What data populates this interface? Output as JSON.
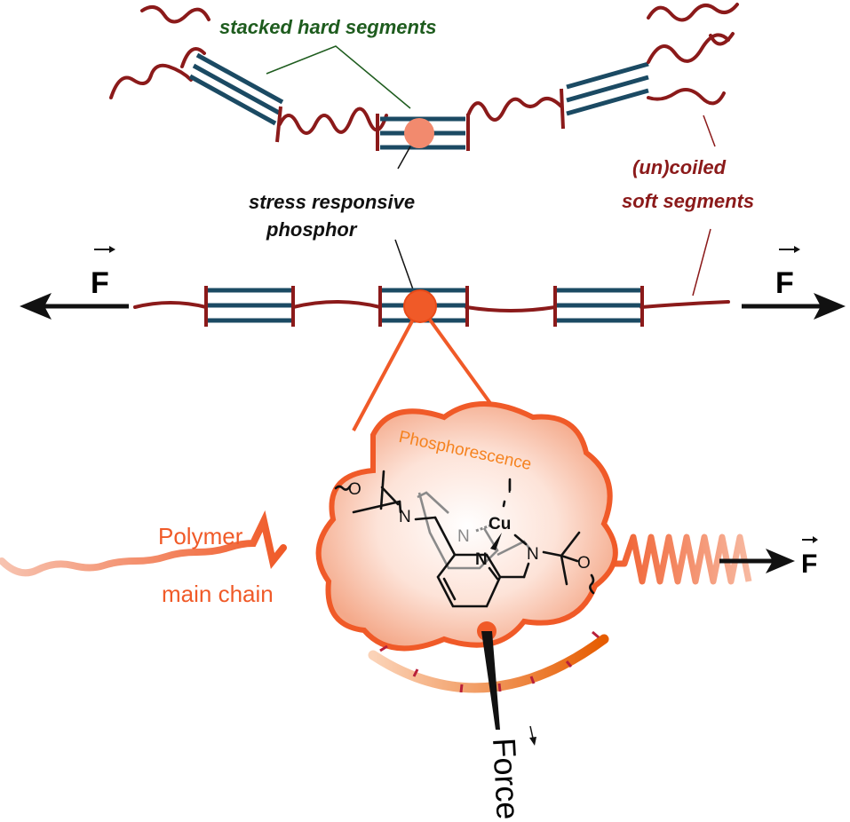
{
  "labels": {
    "hard_segments": "stacked hard segments",
    "phosphor_line1": "stress responsive",
    "phosphor_line2": "phosphor",
    "soft_line1": "(un)coiled",
    "soft_line2": "soft segments",
    "force_left": "F",
    "force_right": "F",
    "force_chain": "F",
    "polymer_line1": "Polymer",
    "polymer_line2": "main chain",
    "phosphorescence": "Phosphorescence",
    "gauge": "Force"
  },
  "molecule": {
    "atoms": [
      "O",
      "N",
      "Cu",
      "I",
      "N",
      "N",
      "N",
      "O"
    ]
  },
  "colors": {
    "hard": "#1b4a63",
    "soft": "#8b1a1a",
    "green": "#1e5c1e",
    "accent": "#f05a28",
    "phos_text": "#f5821f"
  }
}
